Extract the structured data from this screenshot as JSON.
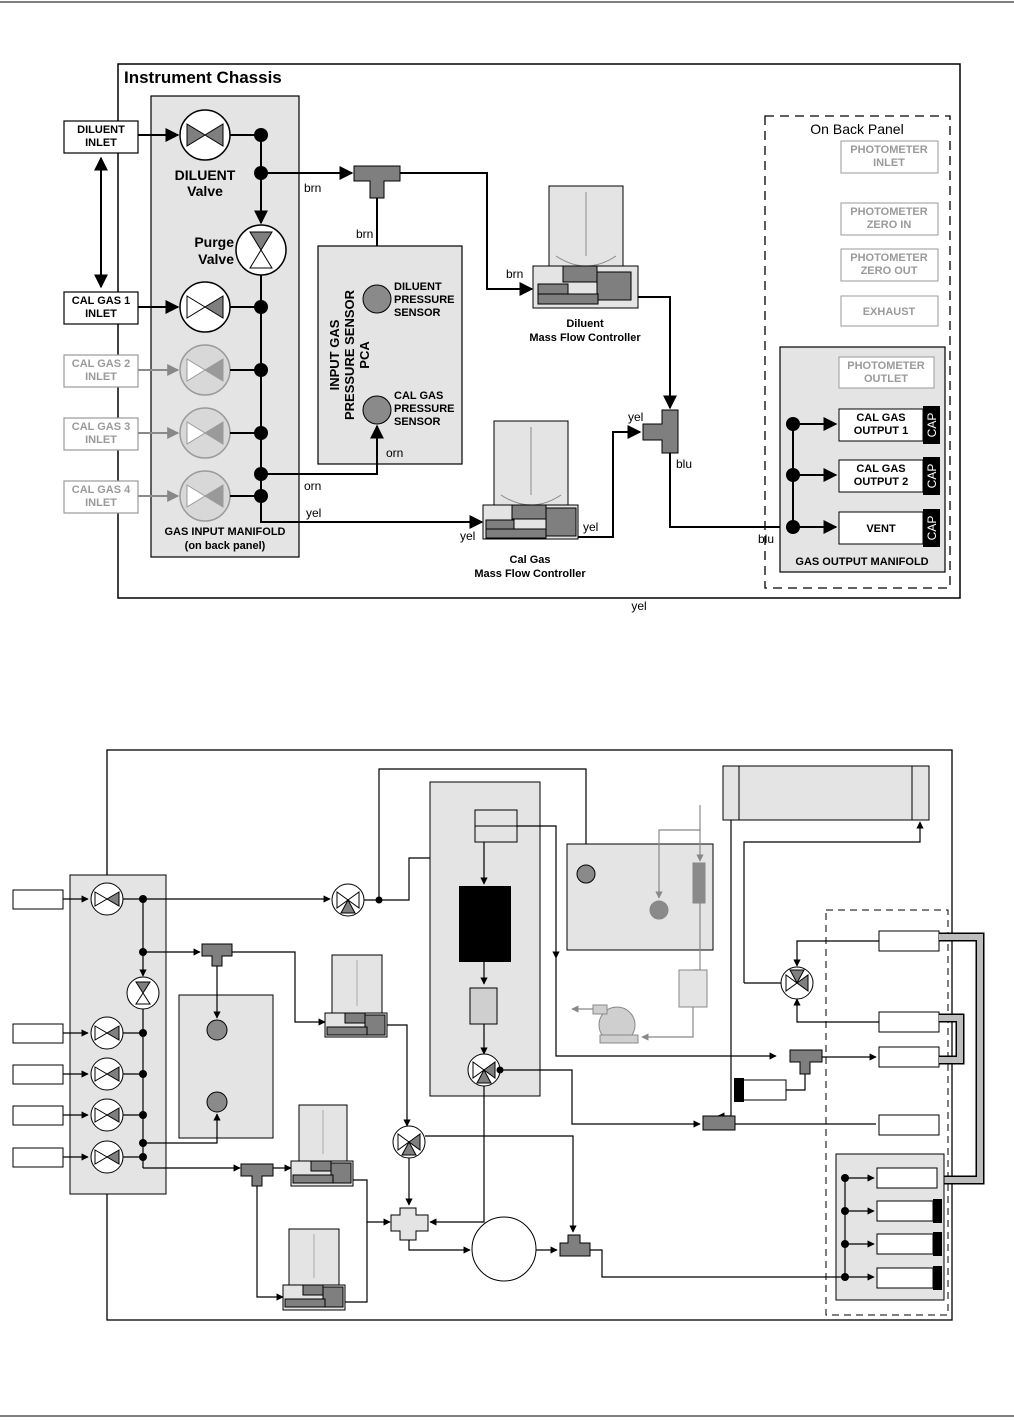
{
  "top": {
    "chassis_title": "Instrument Chassis",
    "back_panel_title": "On Back Panel",
    "inlets": {
      "diluent": [
        "DILUENT",
        "INLET"
      ],
      "cal1": [
        "CAL GAS 1",
        "INLET"
      ],
      "cal2": [
        "CAL GAS 2",
        "INLET"
      ],
      "cal3": [
        "CAL GAS 3",
        "INLET"
      ],
      "cal4": [
        "CAL GAS 4",
        "INLET"
      ]
    },
    "valves": {
      "diluent": [
        "DILUENT",
        "Valve"
      ],
      "purge": [
        "Purge",
        "Valve"
      ]
    },
    "manifold": [
      "GAS INPUT MANIFOLD",
      "(on back panel)"
    ],
    "sensor_box": [
      "INPUT GAS",
      "PRESSURE SENSOR",
      "PCA"
    ],
    "sensors": {
      "diluent": [
        "DILUENT",
        "PRESSURE",
        "SENSOR"
      ],
      "calgas": [
        "CAL GAS",
        "PRESSURE",
        "SENSOR"
      ]
    },
    "mfc": {
      "diluent": [
        "Diluent",
        "Mass Flow Controller"
      ],
      "calgas": [
        "Cal Gas",
        "Mass Flow Controller"
      ]
    },
    "back_panel_ports": {
      "photometer_inlet": [
        "PHOTOMETER",
        "INLET"
      ],
      "photometer_zero_in": [
        "PHOTOMETER",
        "ZERO IN"
      ],
      "photometer_zero_out": [
        "PHOTOMETER",
        "ZERO OUT"
      ],
      "exhaust": "EXHAUST",
      "photometer_outlet": [
        "PHOTOMETER",
        "OUTLET"
      ]
    },
    "outputs": {
      "cal1": [
        "CAL GAS",
        "OUTPUT 1"
      ],
      "cal2": [
        "CAL GAS",
        "OUTPUT 2"
      ],
      "vent": "VENT",
      "cap": "CAP"
    },
    "output_manifold": "GAS OUTPUT MANIFOLD",
    "wire_labels": {
      "brn1": "brn",
      "brn2": "brn",
      "brn3": "brn",
      "orn1": "orn",
      "orn2": "orn",
      "yel1": "yel",
      "yel2": "yel",
      "yel3": "yel",
      "yel4": "yel",
      "yel5": "yel",
      "blu1": "blu",
      "blu2": "blu"
    }
  },
  "colors": {
    "panel_fill": "#e4e4e4",
    "mfc_dark": "#7f7f7f",
    "gray_text": "#9a9a9a",
    "border": "#000000"
  }
}
